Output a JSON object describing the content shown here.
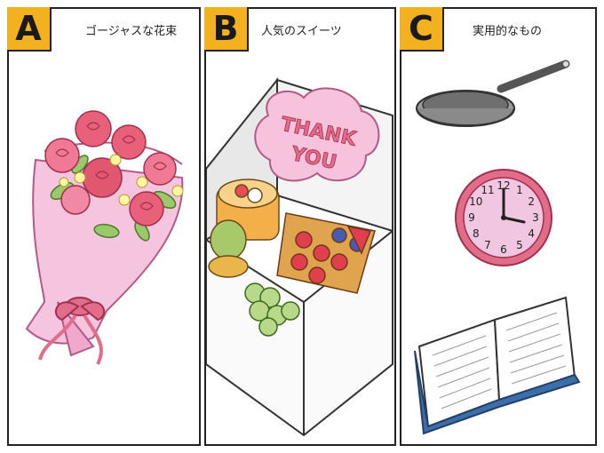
{
  "panels": [
    {
      "letter": "A",
      "caption": "ゴージャスな花束",
      "icon": "bouquet-icon"
    },
    {
      "letter": "B",
      "caption": "人気のスイーツ",
      "icon": "sweets-box-icon",
      "box_text_line1": "THANK",
      "box_text_line2": "YOU"
    },
    {
      "letter": "C",
      "caption": "実用的なもの",
      "icons": [
        "frying-pan-icon",
        "clock-icon",
        "book-icon"
      ],
      "clock_numbers": [
        "12",
        "1",
        "2",
        "3",
        "4",
        "5",
        "6",
        "7",
        "8",
        "9",
        "10",
        "11"
      ]
    }
  ],
  "colors": {
    "badge": "#f3b11f",
    "rose": "#e0576f",
    "pink_wrap": "#f2b6d6",
    "clock_face": "#f1c6e0",
    "book_cover": "#3b6fa8"
  }
}
